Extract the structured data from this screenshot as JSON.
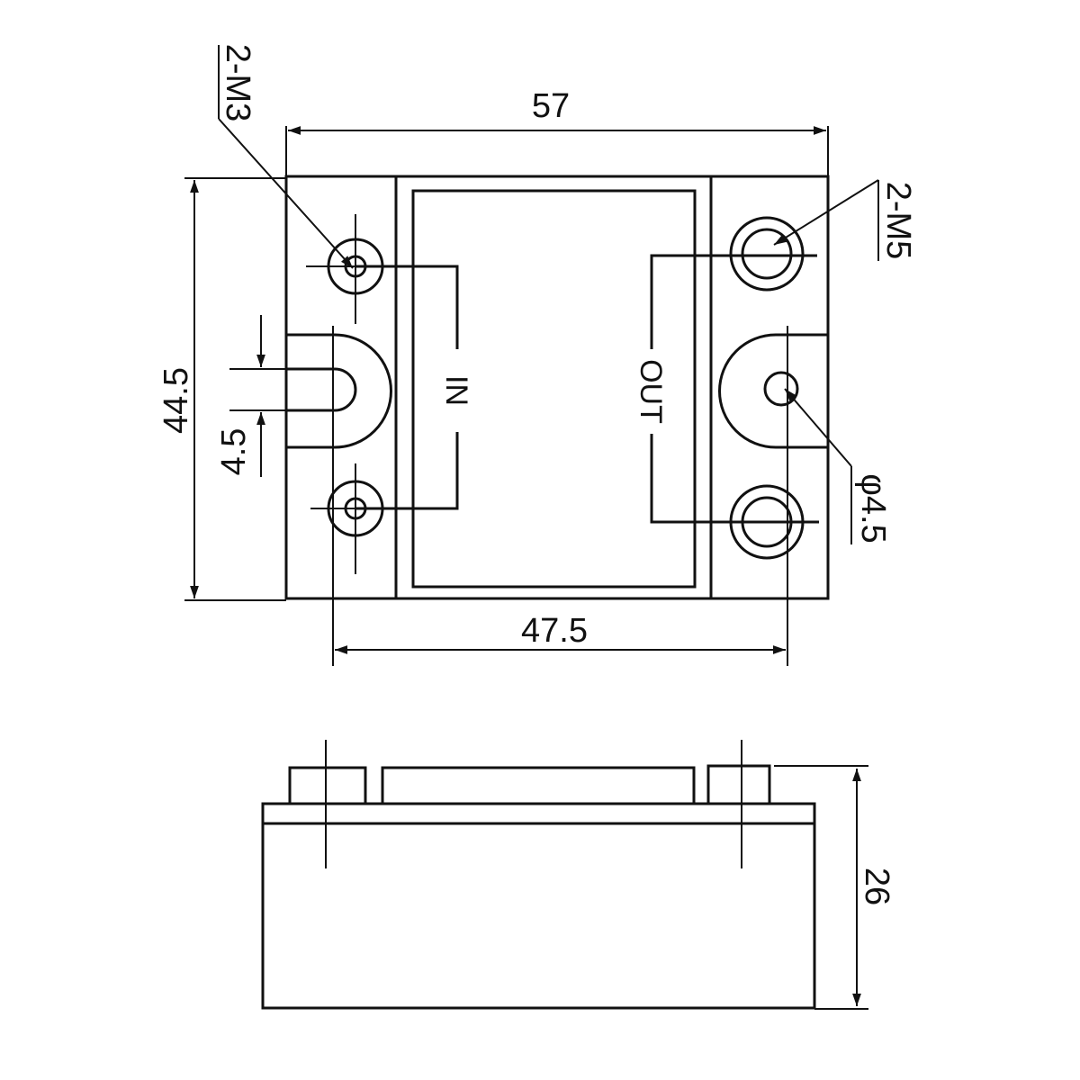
{
  "top_view": {
    "width_dim": "57",
    "height_dim": "44.5",
    "slot_dim": "4.5",
    "hole_spacing_dim": "47.5",
    "input_thread": "2-M3",
    "output_thread": "2-M5",
    "mount_hole": "φ4.5",
    "input_label": "IN",
    "output_label": "OUT"
  },
  "side_view": {
    "height_dim": "26"
  },
  "colors": {
    "line": "#111111",
    "background": "#ffffff"
  }
}
